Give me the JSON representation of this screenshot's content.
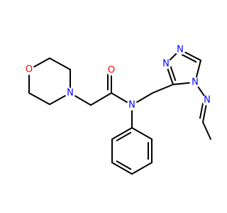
{
  "molecule": {
    "atoms": [
      {
        "id": "O_morph",
        "text": "O",
        "color": "#ff0000"
      },
      {
        "id": "N_morph",
        "text": "N",
        "color": "#0000ff"
      },
      {
        "id": "O_carbonyl",
        "text": "O",
        "color": "#ff0000"
      },
      {
        "id": "N_amide",
        "text": "N",
        "color": "#0000ff"
      },
      {
        "id": "N1",
        "text": "N",
        "color": "#0000ff"
      },
      {
        "id": "N2",
        "text": "N",
        "color": "#0000ff"
      },
      {
        "id": "N3",
        "text": "N",
        "color": "#0000ff"
      },
      {
        "id": "N4",
        "text": "N",
        "color": "#0000ff"
      }
    ]
  }
}
